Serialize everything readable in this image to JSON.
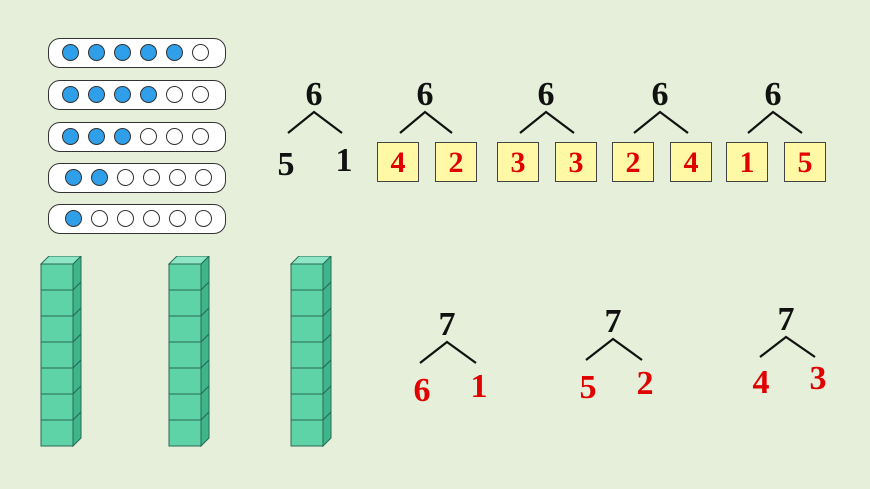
{
  "bead_racks": [
    {
      "filled": 5,
      "total": 6
    },
    {
      "filled": 4,
      "total": 6
    },
    {
      "filled": 3,
      "total": 6
    },
    {
      "filled": 2,
      "total": 6
    },
    {
      "filled": 1,
      "total": 6
    }
  ],
  "cube_towers": [
    {
      "cubes": 7
    },
    {
      "cubes": 7
    },
    {
      "cubes": 7
    }
  ],
  "trees_six": [
    {
      "top": "6",
      "left": "5",
      "right": "1",
      "boxed": false
    },
    {
      "top": "6",
      "left": "4",
      "right": "2",
      "boxed": true
    },
    {
      "top": "6",
      "left": "3",
      "right": "3",
      "boxed": true
    },
    {
      "top": "6",
      "left": "2",
      "right": "4",
      "boxed": true
    },
    {
      "top": "6",
      "left": "1",
      "right": "5",
      "boxed": true
    }
  ],
  "trees_seven": [
    {
      "top": "7",
      "left": "6",
      "right": "1"
    },
    {
      "top": "7",
      "left": "5",
      "right": "2"
    },
    {
      "top": "7",
      "left": "4",
      "right": "3"
    }
  ],
  "colors": {
    "background": "#e6efd9",
    "bead_filled": "#2e9fe8",
    "box_fill": "#fff9a6",
    "answer_red": "#e00000",
    "cube_green": "#5ed3a8"
  }
}
